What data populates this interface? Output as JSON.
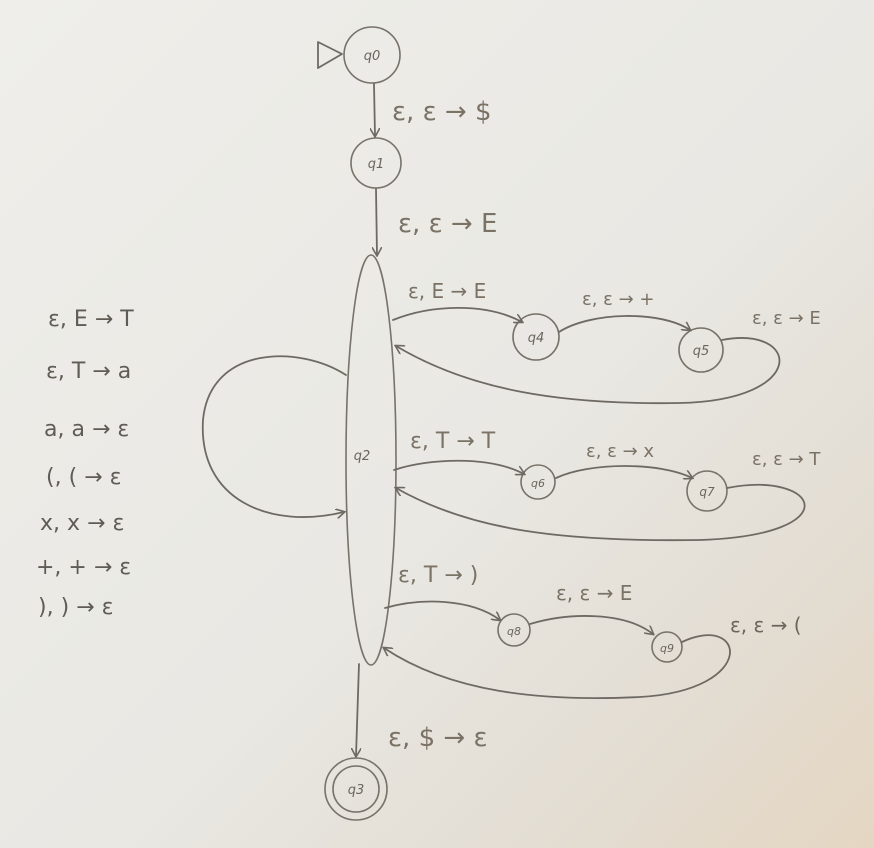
{
  "states": {
    "q0": "q0",
    "q1": "q1",
    "q2": "q2",
    "q3": "q3",
    "q4": "q4",
    "q5": "q5",
    "q6": "q6",
    "q7": "q7",
    "q8": "q8",
    "q9": "q9"
  },
  "transitions": {
    "q0_q1": "ε, ε → $",
    "q1_q2": "ε, ε → E",
    "q2_q4": "ε, E → E",
    "q4_q5": "ε, ε → +",
    "q5_q2": "ε, ε → E",
    "q2_q6": "ε, T → T",
    "q6_q7": "ε, ε → x",
    "q7_q2": "ε, ε → T",
    "q2_q8": "ε, T → )",
    "q8_q9": "ε, ε → E",
    "q9_q2": "ε, ε → (",
    "q2_q3": "ε, $ → ε"
  },
  "self_loop_rules": [
    "ε, E → T",
    "ε, T → a",
    "a, a → ε",
    "(, ( → ε",
    "x, x → ε",
    "+, + → ε",
    "), ) → ε"
  ]
}
